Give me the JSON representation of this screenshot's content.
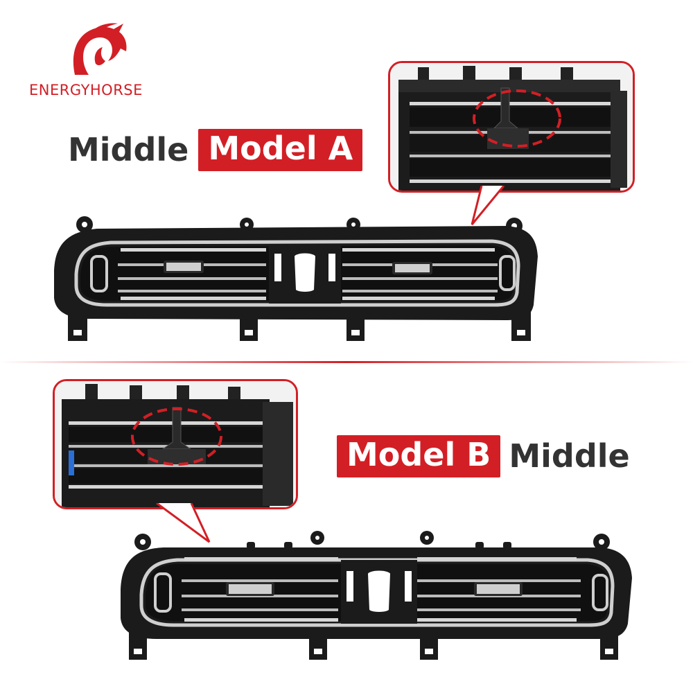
{
  "brand": {
    "name": "ENERGYHORSE",
    "logo_icon": "horse-head-icon",
    "color": "#d21f25"
  },
  "model_a": {
    "position_label": "Middle",
    "model_label": "Model A"
  },
  "model_b": {
    "model_label": "Model B",
    "position_label": "Middle"
  },
  "colors": {
    "accent": "#d21f25",
    "text": "#333333",
    "frame": "#1b1b1b",
    "chrome": "#c9c9c9"
  }
}
